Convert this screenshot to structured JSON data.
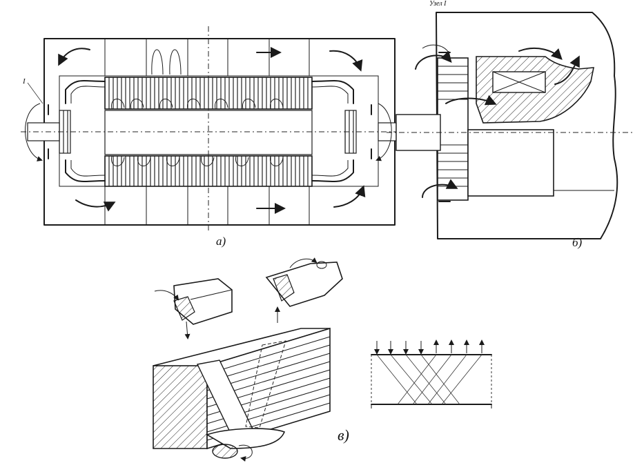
{
  "labels": {
    "a": "а)",
    "b": "б)",
    "v": "в)",
    "uzel": "Узел I",
    "one": "I"
  },
  "colors": {
    "ink": "#1a1a1a",
    "paper": "#ffffff"
  }
}
